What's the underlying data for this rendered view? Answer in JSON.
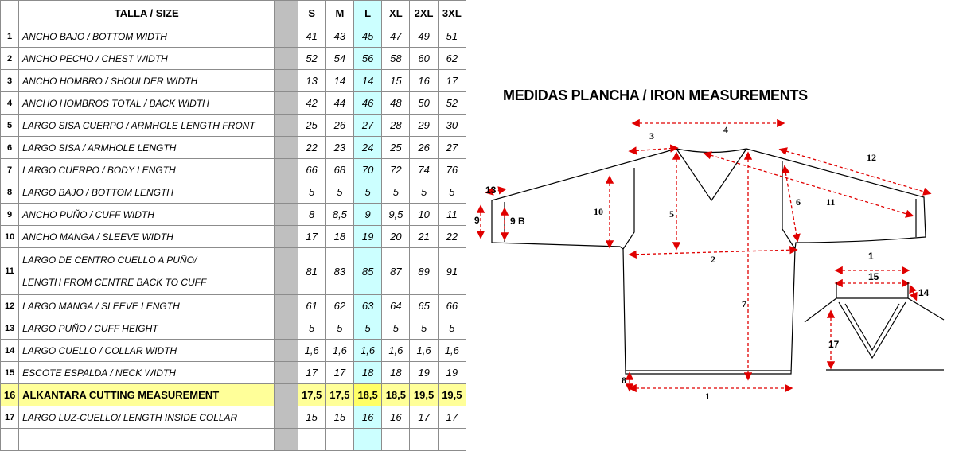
{
  "table": {
    "header": {
      "label": "TALLA / SIZE",
      "sizes": [
        "S",
        "M",
        "L",
        "XL",
        "2XL",
        "3XL"
      ]
    },
    "rows": [
      {
        "num": "1",
        "label": "ANCHO BAJO / BOTTOM WIDTH",
        "values": [
          "41",
          "43",
          "45",
          "47",
          "49",
          "51"
        ]
      },
      {
        "num": "2",
        "label": "ANCHO PECHO / CHEST WIDTH",
        "values": [
          "52",
          "54",
          "56",
          "58",
          "60",
          "62"
        ]
      },
      {
        "num": "3",
        "label": "ANCHO HOMBRO / SHOULDER WIDTH",
        "values": [
          "13",
          "14",
          "14",
          "15",
          "16",
          "17"
        ]
      },
      {
        "num": "4",
        "label": "ANCHO HOMBROS TOTAL / BACK WIDTH",
        "values": [
          "42",
          "44",
          "46",
          "48",
          "50",
          "52"
        ]
      },
      {
        "num": "5",
        "label": "LARGO SISA CUERPO / ARMHOLE LENGTH FRONT",
        "values": [
          "25",
          "26",
          "27",
          "28",
          "29",
          "30"
        ]
      },
      {
        "num": "6",
        "label": "LARGO SISA / ARMHOLE LENGTH",
        "values": [
          "22",
          "23",
          "24",
          "25",
          "26",
          "27"
        ]
      },
      {
        "num": "7",
        "label": "LARGO CUERPO / BODY LENGTH",
        "values": [
          "66",
          "68",
          "70",
          "72",
          "74",
          "76"
        ]
      },
      {
        "num": "8",
        "label": "LARGO BAJO / BOTTOM LENGTH",
        "values": [
          "5",
          "5",
          "5",
          "5",
          "5",
          "5"
        ]
      },
      {
        "num": "9",
        "label": "ANCHO PUÑO / CUFF WIDTH",
        "values": [
          "8",
          "8,5",
          "9",
          "9,5",
          "10",
          "11"
        ]
      },
      {
        "num": "10",
        "label": "ANCHO  MANGA /  SLEEVE WIDTH",
        "values": [
          "17",
          "18",
          "19",
          "20",
          "21",
          "22"
        ]
      },
      {
        "num": "11",
        "label1": "LARGO DE CENTRO CUELLO A PUÑO/",
        "label2": "LENGTH FROM CENTRE BACK TO CUFF",
        "values": [
          "81",
          "83",
          "85",
          "87",
          "89",
          "91"
        ]
      },
      {
        "num": "12",
        "label": "LARGO MANGA / SLEEVE LENGTH",
        "values": [
          "61",
          "62",
          "63",
          "64",
          "65",
          "66"
        ]
      },
      {
        "num": "13",
        "label": "LARGO PUÑO / CUFF HEIGHT",
        "values": [
          "5",
          "5",
          "5",
          "5",
          "5",
          "5"
        ]
      },
      {
        "num": "14",
        "label": "LARGO CUELLO / COLLAR WIDTH",
        "values": [
          "1,6",
          "1,6",
          "1,6",
          "1,6",
          "1,6",
          "1,6"
        ]
      },
      {
        "num": "15",
        "label": " ESCOTE ESPALDA / NECK WIDTH",
        "values": [
          "17",
          "17",
          "18",
          "18",
          "19",
          "19"
        ]
      },
      {
        "num": "16",
        "label": "ALKANTARA  CUTTING  MEASUREMENT",
        "values": [
          "17,5",
          "17,5",
          "18,5",
          "18,5",
          "19,5",
          "19,5"
        ]
      },
      {
        "num": "17",
        "label": "LARGO LUZ-CUELLO/ LENGTH INSIDE COLLAR",
        "values": [
          "15",
          "15",
          "16",
          "16",
          "17",
          "17"
        ]
      }
    ]
  },
  "diagram": {
    "title": "MEDIDAS PLANCHA / IRON MEASUREMENTS",
    "labels": {
      "m1": "1",
      "m2": "2",
      "m3": "3",
      "m4": "4",
      "m5": "5",
      "m6": "6",
      "m7": "7",
      "m8": "8",
      "m9": "9",
      "m9b": "9 B",
      "m10": "10",
      "m11": "11",
      "m12": "12",
      "m13": "13",
      "d1": "1",
      "d14": "14",
      "d15": "15",
      "d17": "17"
    }
  },
  "colors": {
    "highlight_row": "#ffff99",
    "size_l_column": "#ccffff",
    "spacer_column": "#bfbfbf",
    "arrows": "#ff0000"
  }
}
